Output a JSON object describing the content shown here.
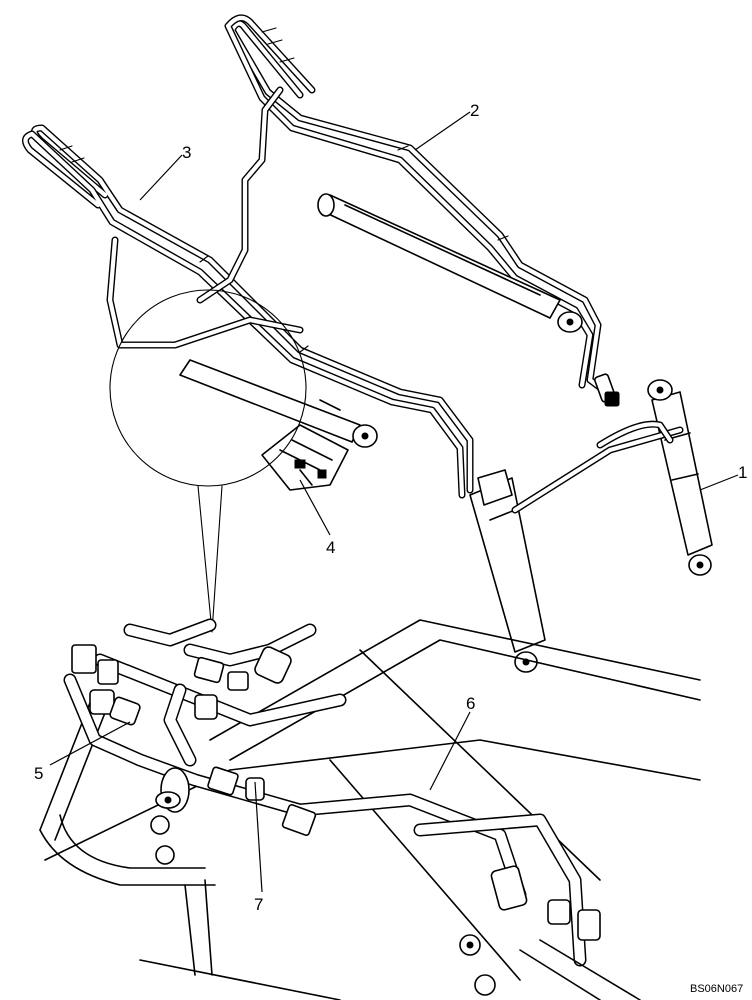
{
  "callouts": {
    "c1": "1",
    "c2": "2",
    "c3": "3",
    "c4": "4",
    "c5": "5",
    "c6": "6",
    "c7": "7"
  },
  "drawing_code": "BS06N067"
}
